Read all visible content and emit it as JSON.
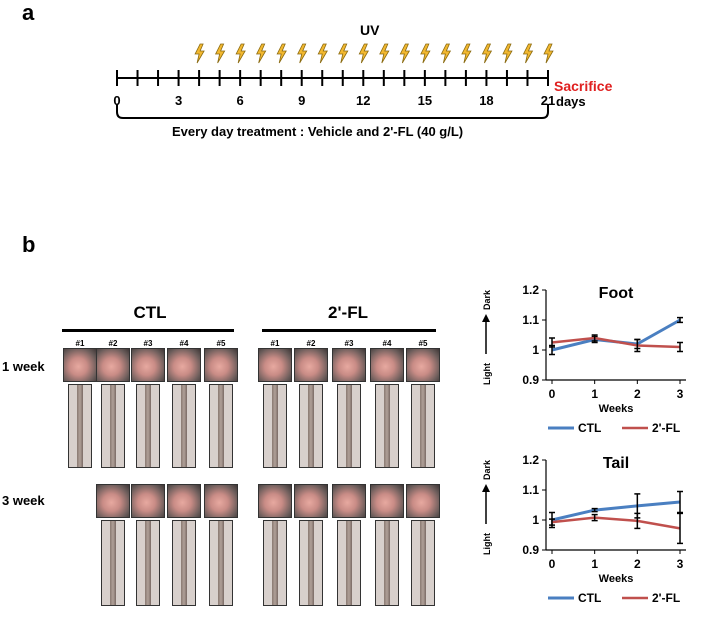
{
  "panel_a": {
    "letter": "a",
    "uv_label": "UV",
    "sacrifice_label": "Sacrifice",
    "days_label": "days",
    "tick_labels": [
      "0",
      "3",
      "6",
      "9",
      "12",
      "15",
      "18",
      "21"
    ],
    "treatment": "Every day treatment : Vehicle and 2'-FL (40 g/L)",
    "uv_icon": "lightning-bolt-icon",
    "uv_day_start": 4,
    "uv_day_end": 21
  },
  "panel_b": {
    "letter": "b",
    "groups": [
      {
        "name": "CTL",
        "samples": [
          "#1",
          "#2",
          "#3",
          "#4",
          "#5"
        ]
      },
      {
        "name": "2'-FL",
        "samples": [
          "#1",
          "#2",
          "#3",
          "#4",
          "#5"
        ]
      }
    ],
    "rows": [
      "1 week",
      "3 week"
    ]
  },
  "colors": {
    "ctl": "#4a7fc1",
    "fl": "#c0504d",
    "sacrifice": "#e02020"
  },
  "chart_data": [
    {
      "type": "line",
      "title": "Foot",
      "x": [
        0,
        1,
        2,
        3
      ],
      "xlabel": "Weeks",
      "ylim": [
        0.9,
        1.2
      ],
      "yticks": [
        "0.9",
        "1",
        "1.1",
        "1.2"
      ],
      "ylabel_top": "Dark",
      "ylabel_bottom": "Light",
      "series": [
        {
          "name": "CTL",
          "values": [
            1.0,
            1.035,
            1.02,
            1.1
          ],
          "errors": [
            0.015,
            0.01,
            0.015,
            0.008
          ]
        },
        {
          "name": "2'-FL",
          "values": [
            1.025,
            1.04,
            1.015,
            1.01
          ],
          "errors": [
            0.015,
            0.01,
            0.02,
            0.015
          ]
        }
      ],
      "legend": [
        "CTL",
        "2'-FL"
      ]
    },
    {
      "type": "line",
      "title": "Tail",
      "x": [
        0,
        1,
        2,
        3
      ],
      "xlabel": "Weeks",
      "ylim": [
        0.9,
        1.2
      ],
      "yticks": [
        "0.9",
        "1",
        "1.1",
        "1.2"
      ],
      "ylabel_top": "Dark",
      "ylabel_bottom": "Light",
      "series": [
        {
          "name": "CTL",
          "values": [
            1.0,
            1.033,
            1.047,
            1.06
          ],
          "errors": [
            0.025,
            0.005,
            0.04,
            0.035
          ]
        },
        {
          "name": "2'-FL",
          "values": [
            0.993,
            1.008,
            0.997,
            0.972
          ],
          "errors": [
            0.01,
            0.01,
            0.025,
            0.05
          ]
        }
      ],
      "legend": [
        "CTL",
        "2'-FL"
      ]
    }
  ]
}
